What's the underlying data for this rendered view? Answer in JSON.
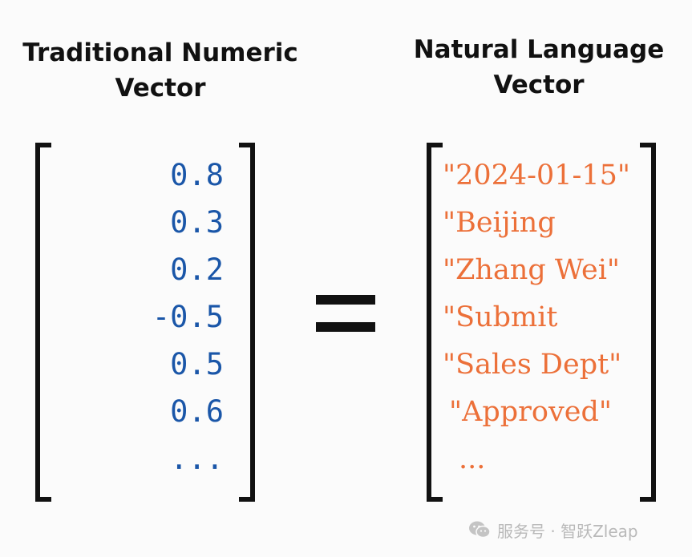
{
  "left_panel": {
    "title_line1": "Traditional Numeric",
    "title_line2": "Vector",
    "values": [
      "0.8",
      "0.3",
      "0.2",
      "-0.5",
      "0.5",
      "0.6",
      "..."
    ],
    "value_color": "#1a56a8"
  },
  "operator": "=",
  "right_panel": {
    "title_line1": "Natural Language",
    "title_line2": "Vector",
    "values": [
      "\"2024-01-15\"",
      "\"Beijing",
      "\"Zhang Wei\"",
      "\"Submit",
      "\"Sales Dept\"",
      "\"Approved\"",
      "..."
    ],
    "value_color": "#ec7039"
  },
  "watermark": {
    "icon": "wechat-icon",
    "text": "服务号 · 智跃Zleap"
  }
}
